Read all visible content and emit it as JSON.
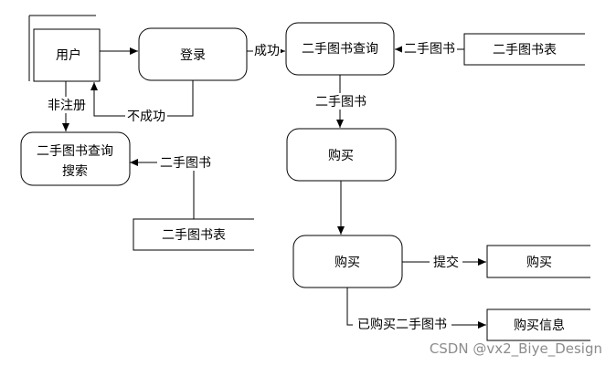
{
  "entities": {
    "user": "用户"
  },
  "processes": {
    "login": "登录",
    "query": "二手图书查询",
    "search": "二手图书查询搜索",
    "buy1": "购买",
    "buy2": "购买"
  },
  "stores": {
    "table_right": "二手图书表",
    "table_left": "二手图书表",
    "purchase": "购买",
    "purchase_info": "购买信息"
  },
  "flows": {
    "success": "成功",
    "fail": "不成功",
    "unregistered": "非注册",
    "book_from_table_right": "二手图书",
    "book_from_table_left": "二手图书",
    "book_query_to_buy": "二手图书",
    "submit": "提交",
    "bought": "已购买二手图书"
  },
  "watermark": "CSDN @vx2_Biye_Design"
}
